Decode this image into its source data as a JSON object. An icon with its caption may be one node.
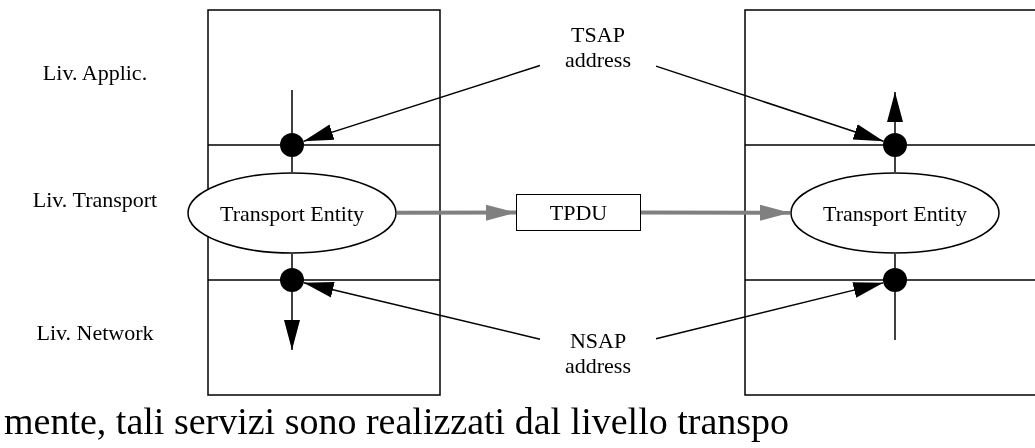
{
  "diagram": {
    "nodes": [
      {
        "text": [
          "TSAP address"
        ]
      },
      {
        "text": [],
        "shape": "circle"
      },
      {
        "text": [],
        "shape": "circle"
      },
      {
        "text": [
          "Transport Entity"
        ]
      },
      {
        "text": [
          "TPDU"
        ]
      },
      {
        "text": [
          "Transport Entity"
        ]
      },
      {
        "text": [],
        "shape": "circle"
      },
      {
        "text": [],
        "shape": "circle"
      },
      {
        "text": [
          "NSAP address"
        ]
      }
    ],
    "edges": [
      {
        "from": 0,
        "to": 1,
        "arrow": "to"
      },
      {
        "from": 0,
        "to": 2,
        "arrow": "to"
      },
      {
        "from": 3,
        "to": 4,
        "arrow": "to",
        "style": "thick",
        "color": "#808080"
      },
      {
        "from": 4,
        "to": 5,
        "arrow": "to",
        "style": "thick",
        "color": "#808080"
      },
      {
        "from": 8,
        "to": 6,
        "arrow": "to"
      },
      {
        "from": 8,
        "to": 7,
        "arrow": "to"
      },
      {
        "from": null,
        "to": 1,
        "arrow": "none"
      },
      {
        "from": 1,
        "to": 3,
        "arrow": "none"
      },
      {
        "from": 3,
        "to": 6,
        "arrow": "none"
      },
      {
        "from": 6,
        "to": null,
        "arrow": "to"
      },
      {
        "from": 2,
        "to": null,
        "arrow": "to"
      },
      {
        "from": 5,
        "to": 2,
        "arrow": "none"
      },
      {
        "from": 5,
        "to": 7,
        "arrow": "none"
      },
      {
        "from": 7,
        "to": null,
        "arrow": "none"
      }
    ],
    "labels": [
      "Liv. Applic.",
      "Liv. Transport",
      "Liv. Network",
      "mente, tali servizi sono realizzati dal livello transpo"
    ]
  }
}
